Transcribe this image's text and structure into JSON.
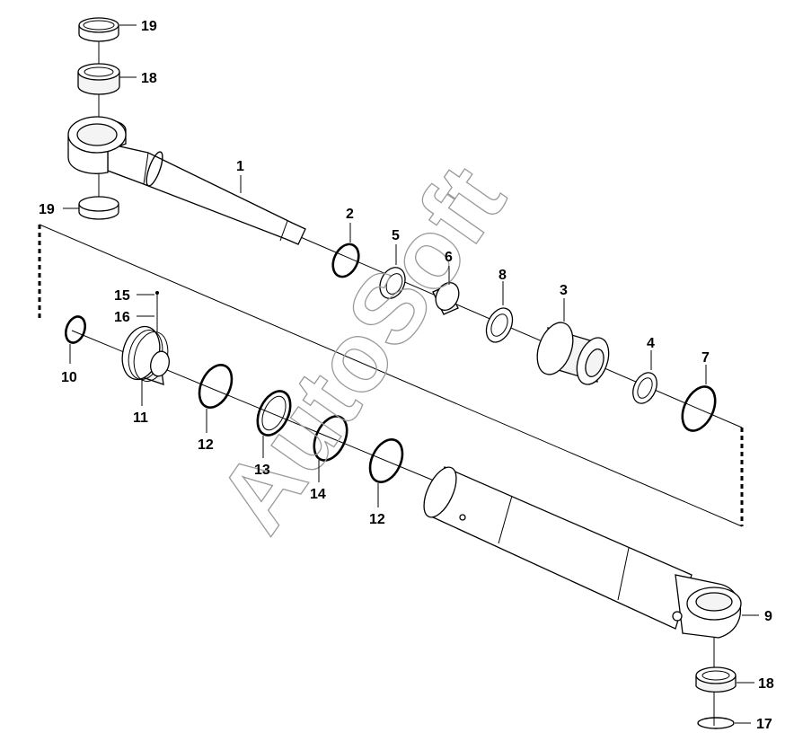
{
  "watermark": "AutoSoft",
  "callouts": {
    "c1": "1",
    "c2": "2",
    "c3": "3",
    "c4": "4",
    "c5": "5",
    "c6": "6",
    "c7": "7",
    "c8": "8",
    "c9": "9",
    "c10": "10",
    "c11": "11",
    "c12a": "12",
    "c12b": "12",
    "c13": "13",
    "c14": "14",
    "c15": "15",
    "c16": "16",
    "c17": "17",
    "c18a": "18",
    "c18b": "18",
    "c19a": "19",
    "c19b": "19"
  }
}
